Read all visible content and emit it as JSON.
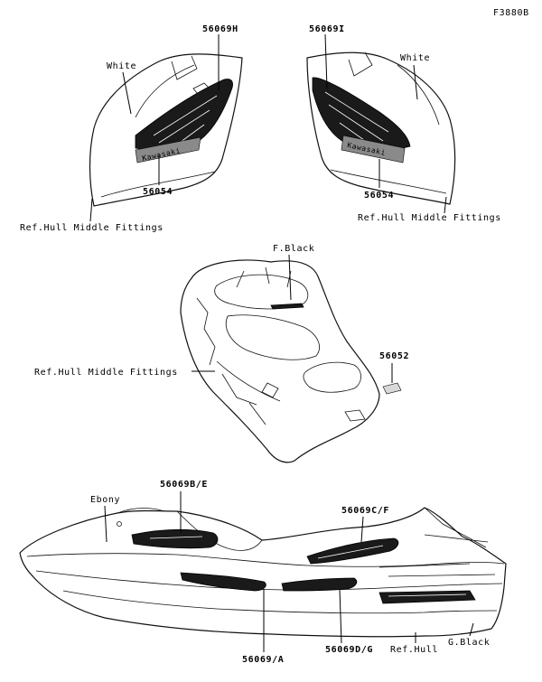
{
  "figure_code": "F3880B",
  "colors": {
    "ink": "#000000",
    "paper": "#ffffff",
    "decal_dark": "#1a1a1a",
    "decal_grey": "#8a8a8a"
  },
  "left_panel": {
    "part_upper": "56069H",
    "part_lower": "56054",
    "color_label": "White",
    "ref_label": "Ref.Hull Middle Fittings",
    "logo_text": "Kawasaki"
  },
  "right_panel": {
    "part_upper": "56069I",
    "part_lower": "56054",
    "color_label": "White",
    "ref_label": "Ref.Hull Middle Fittings",
    "logo_text": "Kawasaki"
  },
  "center_assembly": {
    "color_label": "F.Black",
    "ref_label": "Ref.Hull Middle Fittings",
    "part_label": "56052"
  },
  "hull": {
    "color_label": "Ebony",
    "part_front_upper": "56069B/E",
    "part_rear_upper": "56069C/F",
    "part_front_lower": "56069/A",
    "part_rear_lower": "56069D/G",
    "ref_label": "Ref.Hull",
    "color_label_lower": "G.Black"
  }
}
